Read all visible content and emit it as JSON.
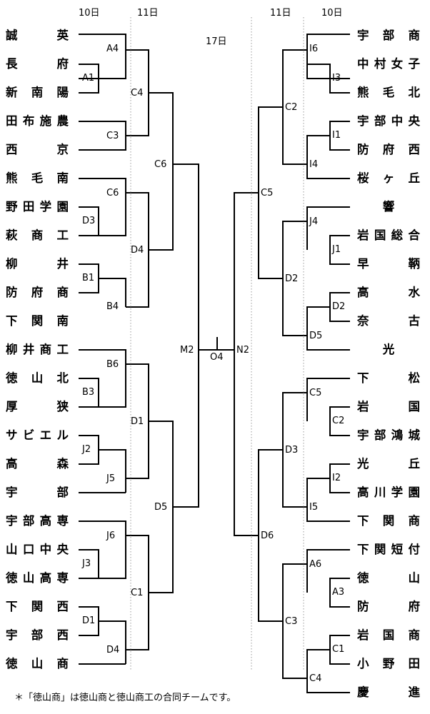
{
  "headers": {
    "left_day1": "10日",
    "left_day2": "11日",
    "final_day": "17日",
    "right_day2": "11日",
    "right_day1": "10日"
  },
  "left_teams": [
    "誠　英",
    "長　府",
    "新南陽",
    "田布施農",
    "西　京",
    "熊毛南",
    "野田学園",
    "萩商工",
    "柳　井",
    "防府商",
    "下関南",
    "柳井商工",
    "徳山北",
    "厚　狭",
    "サビエル",
    "高　森",
    "宇　部",
    "宇部高専",
    "山口中央",
    "徳山高専",
    "下関西",
    "宇部西",
    "徳山商"
  ],
  "right_teams": [
    "宇部商",
    "中村女子",
    "熊毛北",
    "宇部中央",
    "防府西",
    "桜ヶ丘",
    "響",
    "岩国総合",
    "早　鞆",
    "高　水",
    "奈　古",
    "光",
    "下　松",
    "岩　国",
    "宇部鴻城",
    "光　丘",
    "高川学園",
    "下関商",
    "下関短付",
    "徳　山",
    "防　府",
    "岩国商",
    "小野田",
    "慶　進"
  ],
  "matches_left": [
    "A4",
    "A1",
    "C4",
    "C3",
    "C6",
    "C6",
    "D3",
    "D4",
    "B1",
    "B4",
    "B6",
    "B3",
    "D1",
    "J2",
    "J5",
    "D5",
    "J6",
    "J3",
    "C1",
    "D1",
    "D4"
  ],
  "matches_right": [
    "I6",
    "I3",
    "C2",
    "I1",
    "I4",
    "C5",
    "J4",
    "J1",
    "D2",
    "D2",
    "D5",
    "C5",
    "C2",
    "D3",
    "I2",
    "I5",
    "D6",
    "A6",
    "A3",
    "C3",
    "C1",
    "C4"
  ],
  "final": {
    "left": "M2",
    "right": "N2",
    "center": "O4"
  },
  "footnote": "＊「徳山商」は徳山商と徳山商工の合同チームです。"
}
